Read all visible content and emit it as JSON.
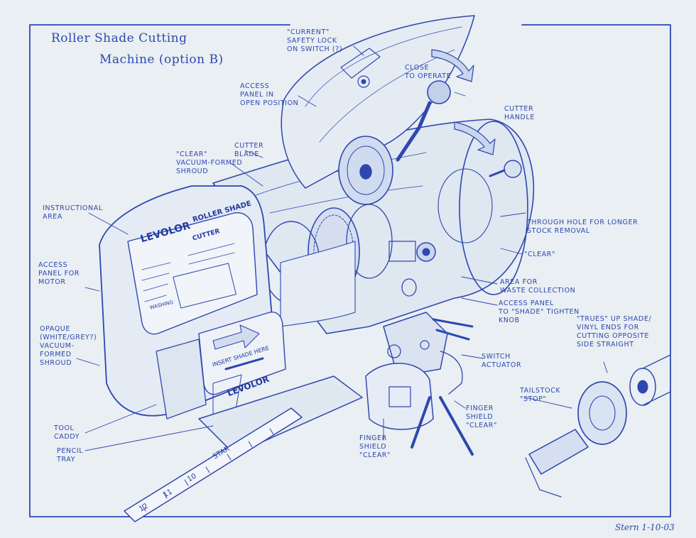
{
  "title": {
    "line1": "Roller Shade Cutting",
    "line2": "Machine (option B)"
  },
  "labels": {
    "current_switch": "\"current\"\nsafety lock\non switch (?)",
    "close_to_operate": "close\nto operate",
    "access_panel": "access\npanel in\nopen position",
    "cutter_handle": "cutter\nhandle",
    "cutter_blade": "cutter\nblade",
    "clear_shroud": "\"clear\"\nvacuum-formed\nshroud",
    "instructional_area": "instructional\narea",
    "through_hole": "through hole for longer\nstock removal",
    "clear_right": "\"clear\"",
    "access_panel_motor": "access\npanel for\nmotor",
    "waste_area": "area for\nwaste collection",
    "access_panel_knob": "access panel\nto \"shade\" tighten\nknob",
    "trues_up": "\"trues\" up shade/\nvinyl ends for\ncutting opposite\nside straight",
    "opaque_shroud": "opaque\n(white/grey?)\nvacuum-\nformed\nshroud",
    "switch_actuator": "switch\nactuator",
    "tailstock_stop": "tailstock\n\"stop\"",
    "finger_shield_right": "finger\nshield\n\"clear\"",
    "finger_shield_left": "finger\nshield\n\"clear\"",
    "tool_caddy": "tool\ncaddy",
    "pencil_tray": "pencil\ntray"
  },
  "machine": {
    "brand": "LEVOLOR",
    "brand_suffix": "ROLLER SHADE",
    "brand_line2": "CUTTER",
    "insert_text": "INSERT SHADE HERE",
    "bottom_brand": "LEVOLOR",
    "instruction_word": "WASHING"
  },
  "ruler": {
    "mark_star": "STAR",
    "numbers": [
      "10",
      "11",
      "12"
    ]
  },
  "signature": "Stern 1-10-03",
  "colors": {
    "ink": "#2e47b0",
    "paper": "#e9eff2"
  }
}
